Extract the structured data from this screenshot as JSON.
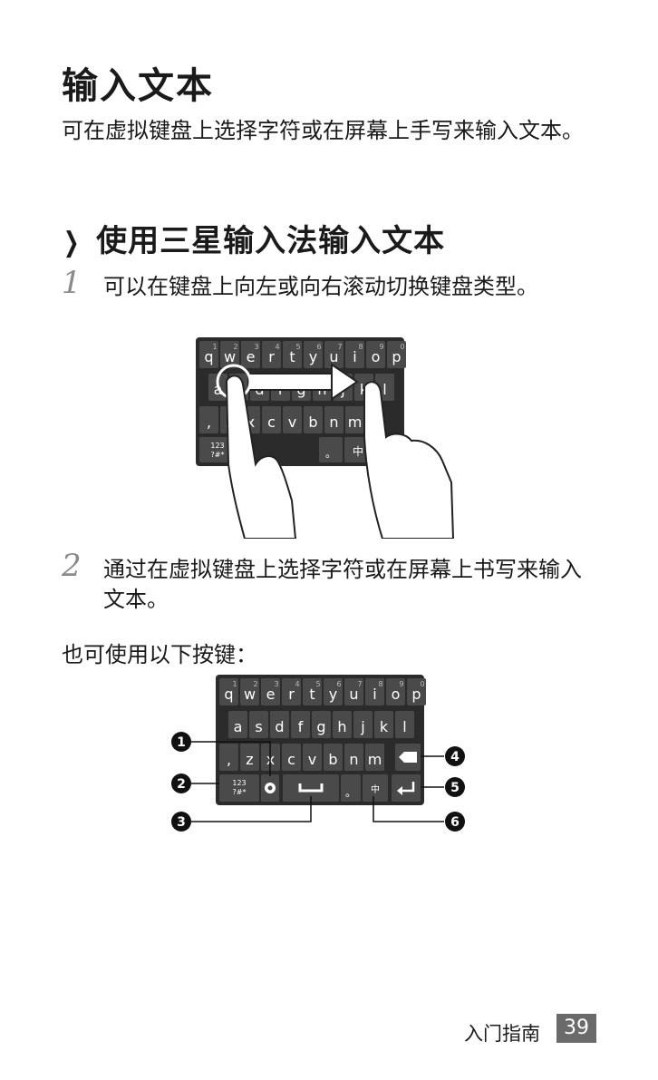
{
  "title": "输入文本",
  "intro": "可在虚拟键盘上选择字符或在屏幕上手写来输入文本。",
  "section_title": "使用三星输入法输入文本",
  "steps": [
    {
      "num": "1",
      "text": "可以在键盘上向左或向右滚动切换键盘类型。"
    },
    {
      "num": "2",
      "text": "通过在虚拟键盘上选择字符或在屏幕上书写来输入文本。"
    }
  ],
  "keys_note": "也可使用以下按键：",
  "keyboard": {
    "row1": [
      "q",
      "w",
      "e",
      "r",
      "t",
      "y",
      "u",
      "i",
      "o",
      "p"
    ],
    "row1_digits": [
      "1",
      "2",
      "3",
      "4",
      "5",
      "6",
      "7",
      "8",
      "9",
      "0"
    ],
    "row2": [
      "a",
      "s",
      "d",
      "f",
      "g",
      "h",
      "j",
      "k",
      "l"
    ],
    "row3": [
      ",",
      "z",
      "x",
      "c",
      "v",
      "b",
      "n",
      "m"
    ],
    "sym_key": "123\n?#*",
    "period_key": "。",
    "lang_key": "中"
  },
  "callouts": [
    "1",
    "2",
    "3",
    "4",
    "5",
    "6"
  ],
  "footer": {
    "section": "入门指南",
    "page": "39"
  },
  "icons": {
    "bullet": "chevron-right-icon",
    "settings": "gear-icon",
    "space": "space-bar-icon",
    "backspace": "backspace-icon",
    "enter": "enter-icon",
    "gesture": "hand-swipe-icon"
  },
  "colors": {
    "keyboard_bg": "#2b2b2b",
    "key": "#4a4a4a",
    "key_text": "#ffffff"
  }
}
